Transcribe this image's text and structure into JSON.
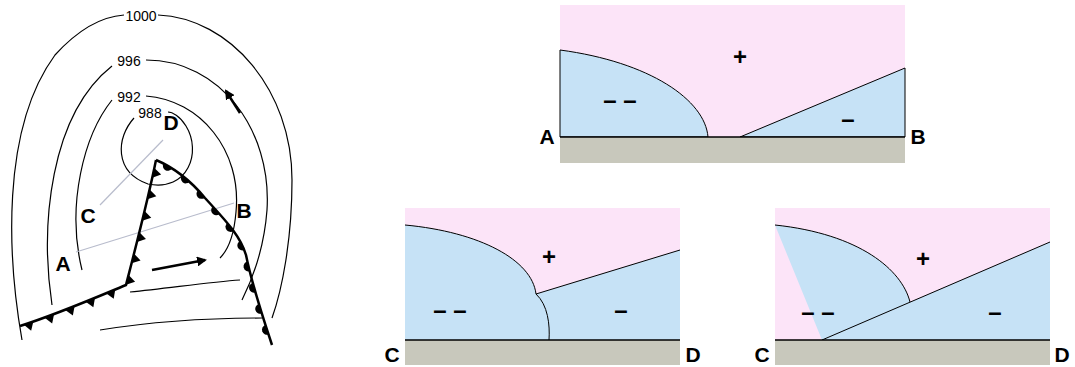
{
  "diagram": {
    "labels": [
      "1000",
      "996",
      "992",
      "988",
      "D",
      "C",
      "B",
      "A",
      "+",
      "– –",
      "–",
      "A",
      "B",
      "+",
      "– –",
      "–",
      "C",
      "D",
      "+",
      "– –",
      "–",
      "C",
      "D"
    ]
  }
}
